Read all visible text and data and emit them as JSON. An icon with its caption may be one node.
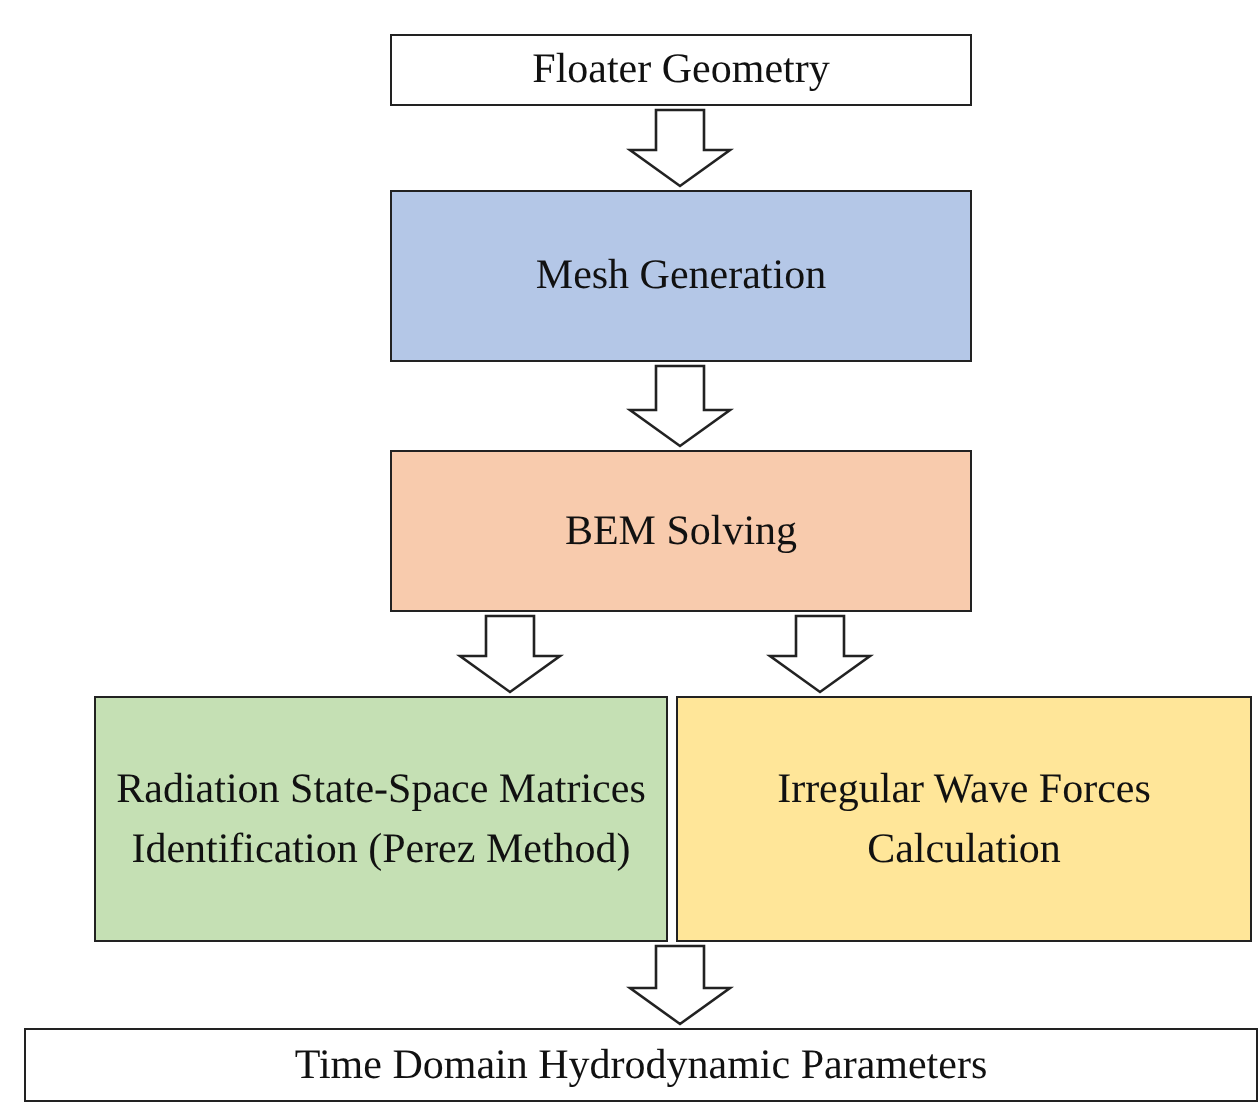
{
  "diagram": {
    "nodes": [
      {
        "text": [
          "Floater Geometry"
        ]
      },
      {
        "text": [
          "Mesh Generation"
        ]
      },
      {
        "text": [
          "BEM Solving"
        ]
      },
      {
        "text": [
          "Radiation State-Space Matrices Identification (Perez Method)"
        ]
      },
      {
        "text": [
          "Irregular Wave Forces Calculation"
        ]
      },
      {
        "text": [
          "Time Domain Hydrodynamic Parameters"
        ]
      }
    ],
    "edges": [
      {
        "from": 0,
        "to": 1,
        "arrow": "to"
      },
      {
        "from": 1,
        "to": 2,
        "arrow": "to"
      },
      {
        "from": 2,
        "to": 3,
        "arrow": "to"
      },
      {
        "from": 2,
        "to": 4,
        "arrow": "to"
      },
      {
        "from": 3,
        "to": 5,
        "arrow": "to"
      },
      {
        "from": 4,
        "to": 5,
        "arrow": "to"
      }
    ]
  }
}
